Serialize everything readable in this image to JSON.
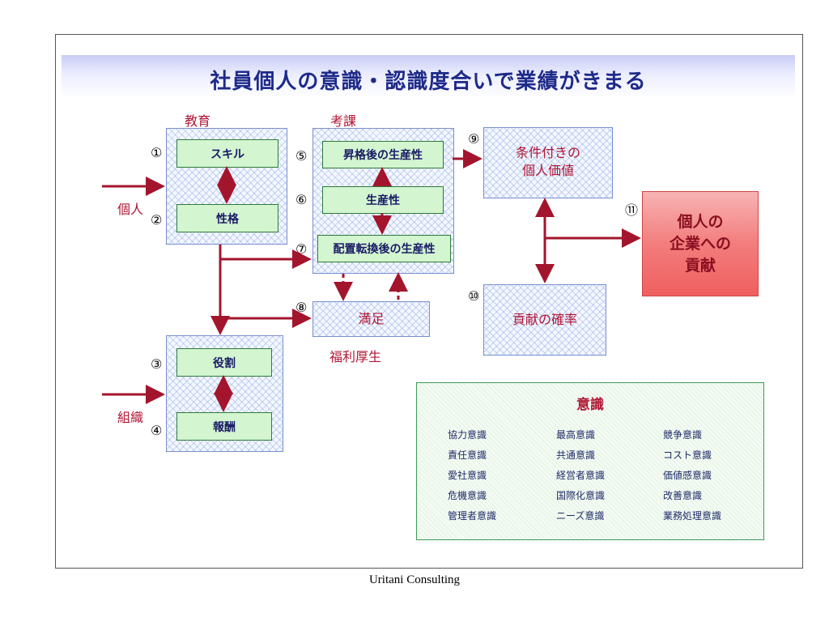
{
  "title": "社員個人の意識・認識度合いで業績がきまる",
  "labels": {
    "kyouiku": "教育",
    "kouka": "考課",
    "kojin": "個人",
    "soshiki": "組織",
    "fukuri": "福利厚生"
  },
  "numbers": [
    "①",
    "②",
    "③",
    "④",
    "⑤",
    "⑥",
    "⑦",
    "⑧",
    "⑨",
    "⑩",
    "⑪"
  ],
  "boxes": {
    "skill": "スキル",
    "seikaku": "性格",
    "yakuwari": "役割",
    "houshu": "報酬",
    "shoukaku": "昇格後の生産性",
    "seisansei": "生産性",
    "haichi": "配置転換後の生産性",
    "manzoku": "満足",
    "jouken_line1": "条件付きの",
    "jouken_line2": "個人価値",
    "kouken_kakuritsu": "貢献の確率",
    "result": "個人の\n企業への\n貢献"
  },
  "ishiki": {
    "title": "意識",
    "columns": [
      [
        "協力意識",
        "責任意識",
        "愛社意識",
        "危機意識",
        "管理者意識"
      ],
      [
        "最高意識",
        "共通意識",
        "経営者意識",
        "国際化意識",
        "ニーズ意識"
      ],
      [
        "競争意識",
        "コスト意識",
        "価値感意識",
        "改善意識",
        "業務処理意識"
      ]
    ]
  },
  "footer": "Uritani   Consulting",
  "colors": {
    "title": "#1e2a8a",
    "accent_red": "#b01634",
    "arrow": "#a3152d",
    "green_box": "#d3f5d0",
    "result_fill": "#f37d7d"
  }
}
